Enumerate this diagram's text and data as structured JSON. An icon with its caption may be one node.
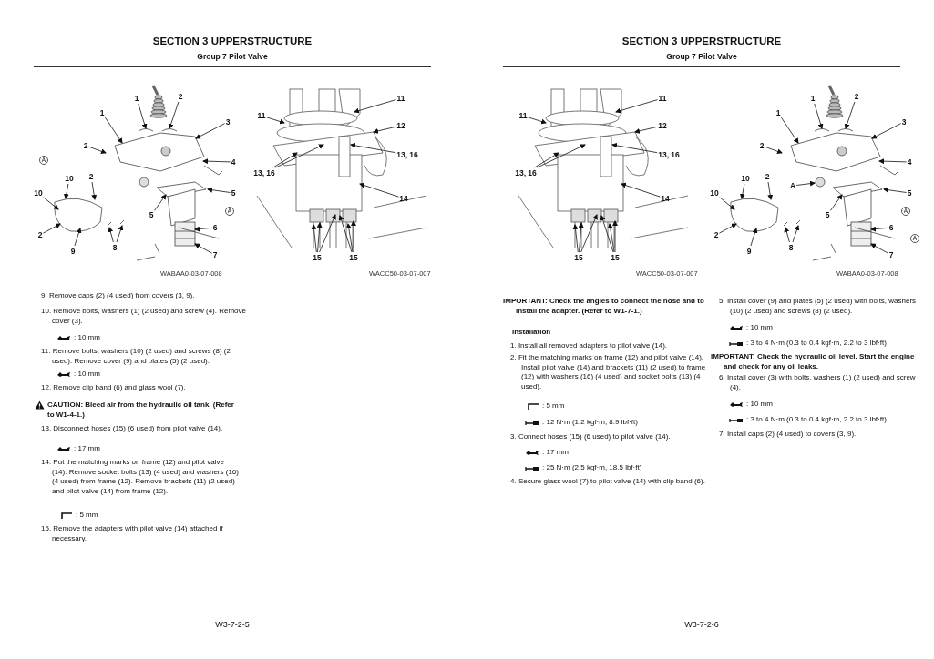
{
  "diagram": {
    "nodes": [
      {
        "text": [
          "1"
        ]
      },
      {
        "text": [
          "2"
        ]
      },
      {
        "text": [
          "1"
        ]
      },
      {
        "text": [
          "2"
        ]
      },
      {
        "text": [
          "3"
        ]
      },
      {
        "text": [
          "4"
        ]
      },
      {
        "text": [
          "10"
        ]
      },
      {
        "text": [
          "2"
        ]
      },
      {
        "text": [
          "10"
        ]
      },
      {
        "text": [
          "2"
        ]
      },
      {
        "text": [
          "5"
        ]
      },
      {
        "text": [
          "5"
        ]
      },
      {
        "text": [
          "9"
        ]
      },
      {
        "text": [
          "8"
        ]
      },
      {
        "text": [
          "6"
        ]
      },
      {
        "text": [
          "7"
        ]
      },
      {
        "text": [
          "11"
        ]
      },
      {
        "text": [
          "11"
        ]
      },
      {
        "text": [
          "12"
        ]
      },
      {
        "text": [
          "13, 16"
        ]
      },
      {
        "text": [
          "13, 16"
        ]
      },
      {
        "text": [
          "14"
        ]
      },
      {
        "text": [
          "15"
        ]
      },
      {
        "text": [
          "15"
        ]
      },
      {
        "text": [
          "11"
        ]
      },
      {
        "text": [
          "11"
        ]
      },
      {
        "text": [
          "12"
        ]
      },
      {
        "text": [
          "13, 16"
        ]
      },
      {
        "text": [
          "13, 16"
        ]
      },
      {
        "text": [
          "14"
        ]
      },
      {
        "text": [
          "15"
        ]
      },
      {
        "text": [
          "15"
        ]
      },
      {
        "text": [
          "1"
        ]
      },
      {
        "text": [
          "2"
        ]
      },
      {
        "text": [
          "1"
        ]
      },
      {
        "text": [
          "2"
        ]
      },
      {
        "text": [
          "3"
        ]
      },
      {
        "text": [
          "4"
        ]
      },
      {
        "text": [
          "10"
        ]
      },
      {
        "text": [
          "2"
        ]
      },
      {
        "text": [
          "10"
        ]
      },
      {
        "text": [
          "2"
        ]
      },
      {
        "text": [
          "5"
        ]
      },
      {
        "text": [
          "5"
        ]
      },
      {
        "text": [
          "9"
        ]
      },
      {
        "text": [
          "8"
        ]
      },
      {
        "text": [
          "6"
        ]
      },
      {
        "text": [
          "7"
        ]
      },
      {
        "text": [
          "A"
        ]
      }
    ],
    "edges": [
      {
        "from": 0,
        "to": null,
        "arrow": "to"
      },
      {
        "from": 1,
        "to": null,
        "arrow": "to"
      },
      {
        "from": 2,
        "to": null,
        "arrow": "to"
      },
      {
        "from": 3,
        "to": null,
        "arrow": "to"
      },
      {
        "from": 4,
        "to": null,
        "arrow": "to"
      },
      {
        "from": 5,
        "to": null,
        "arrow": "to"
      },
      {
        "from": 6,
        "to": null,
        "arrow": "to"
      },
      {
        "from": 7,
        "to": null,
        "arrow": "to"
      },
      {
        "from": 8,
        "to": null,
        "arrow": "to"
      },
      {
        "from": 9,
        "to": null,
        "arrow": "to"
      },
      {
        "from": 10,
        "to": null,
        "arrow": "to"
      },
      {
        "from": 11,
        "to": null,
        "arrow": "to"
      },
      {
        "from": 12,
        "to": null,
        "arrow": "to"
      },
      {
        "from": 13,
        "to": null,
        "arrow": "to"
      },
      {
        "from": 13,
        "to": null,
        "arrow": "to"
      },
      {
        "from": 14,
        "to": null,
        "arrow": "to"
      },
      {
        "from": 15,
        "to": null,
        "arrow": "to"
      },
      {
        "from": 16,
        "to": null,
        "arrow": "to"
      },
      {
        "from": 17,
        "to": null,
        "arrow": "to"
      },
      {
        "from": 18,
        "to": null,
        "arrow": "to"
      },
      {
        "from": 19,
        "to": null,
        "arrow": "to"
      },
      {
        "from": 19,
        "to": null,
        "arrow": "to"
      },
      {
        "from": 20,
        "to": null,
        "arrow": "to"
      },
      {
        "from": 21,
        "to": null,
        "arrow": "to"
      },
      {
        "from": 22,
        "to": null,
        "arrow": "to"
      },
      {
        "from": 22,
        "to": null,
        "arrow": "to"
      },
      {
        "from": 22,
        "to": null,
        "arrow": "to"
      },
      {
        "from": 23,
        "to": null,
        "arrow": "to"
      },
      {
        "from": 23,
        "to": null,
        "arrow": "to"
      },
      {
        "from": 23,
        "to": null,
        "arrow": "to"
      },
      {
        "from": 24,
        "to": null,
        "arrow": "to"
      },
      {
        "from": 25,
        "to": null,
        "arrow": "to"
      },
      {
        "from": 26,
        "to": null,
        "arrow": "to"
      },
      {
        "from": 27,
        "to": null,
        "arrow": "to"
      },
      {
        "from": 27,
        "to": null,
        "arrow": "to"
      },
      {
        "from": 28,
        "to": null,
        "arrow": "to"
      },
      {
        "from": 29,
        "to": null,
        "arrow": "to"
      },
      {
        "from": 30,
        "to": null,
        "arrow": "to"
      },
      {
        "from": 30,
        "to": null,
        "arrow": "to"
      },
      {
        "from": 30,
        "to": null,
        "arrow": "to"
      },
      {
        "from": 31,
        "to": null,
        "arrow": "to"
      },
      {
        "from": 31,
        "to": null,
        "arrow": "to"
      },
      {
        "from": 31,
        "to": null,
        "arrow": "to"
      },
      {
        "from": 32,
        "to": null,
        "arrow": "to"
      },
      {
        "from": 33,
        "to": null,
        "arrow": "to"
      },
      {
        "from": 34,
        "to": null,
        "arrow": "to"
      },
      {
        "from": 35,
        "to": null,
        "arrow": "to"
      },
      {
        "from": 36,
        "to": null,
        "arrow": "to"
      },
      {
        "from": 37,
        "to": null,
        "arrow": "to"
      },
      {
        "from": 38,
        "to": null,
        "arrow": "to"
      },
      {
        "from": 39,
        "to": null,
        "arrow": "to"
      },
      {
        "from": 40,
        "to": null,
        "arrow": "to"
      },
      {
        "from": 41,
        "to": null,
        "arrow": "to"
      },
      {
        "from": 42,
        "to": null,
        "arrow": "to"
      },
      {
        "from": 43,
        "to": null,
        "arrow": "to"
      },
      {
        "from": 44,
        "to": null,
        "arrow": "to"
      },
      {
        "from": 45,
        "to": null,
        "arrow": "to"
      },
      {
        "from": 45,
        "to": null,
        "arrow": "to"
      },
      {
        "from": 46,
        "to": null,
        "arrow": "to"
      },
      {
        "from": 47,
        "to": null,
        "arrow": "to"
      },
      {
        "from": 48,
        "to": null,
        "arrow": "to"
      }
    ],
    "labels": [
      "SECTION 3 UPPERSTRUCTURE",
      "Group 7 Pilot Valve",
      "A",
      "A",
      "WABAA0-03-07-008",
      "WACC50-03-07-007",
      "9. Remove caps (2) (4 used) from covers (3, 9).",
      "10. Remove bolts, washers (1) (2 used) and screw (4). Remove cover (3).",
      ": 10 mm",
      "11. Remove bolts, washers (10) (2 used) and screws (8) (2 used). Remove cover (9) and plates (5) (2 used).",
      ": 10 mm",
      "12. Remove clip band (6) and glass wool (7).",
      "CAUTION: Bleed air from the hydraulic oil tank. (Refer to W1-4-1.)",
      "13. Disconnect hoses (15) (6 used) from pilot valve (14).",
      ": 17 mm",
      "14. Put the matching marks on frame (12) and pilot valve (14). Remove socket bolts (13) (4 used) and washers (16) (4 used) from frame (12). Remove brackets (11) (2 used) and pilot valve (14) from frame (12).",
      ": 5 mm",
      "15. Remove the adapters with pilot valve (14) attached if necessary.",
      "W3-7-2-5",
      "SECTION 3 UPPERSTRUCTURE",
      "Group 7 Pilot Valve",
      "WACC50-03-07-007",
      "A",
      "A",
      "WABAA0-03-07-008",
      "IMPORTANT: Check the angles to connect the hose and to install the adapter. (Refer to W1-7-1.)",
      "Installation",
      "1. Install all removed adapters to pilot valve (14).",
      "2. Fit the matching marks on frame (12) and pilot valve (14). Install pilot valve (14) and brackets (11) (2 used) to frame (12) with washers (16) (4 used) and socket bolts (13) (4 used).",
      ": 5 mm",
      ": 12 N·m (1.2 kgf·m, 8.9 lbf·ft)",
      "3. Connect hoses (15) (6 used) to pilot valve (14).",
      ": 17 mm",
      ": 25 N·m (2.5 kgf·m, 18.5 lbf·ft)",
      "4. Secure glass wool (7) to pilot valve (14) with clip band (6).",
      "5. Install cover (9) and plates (5) (2 used) with bolts, washers (10) (2 used) and screws (8) (2 used).",
      ": 10 mm",
      ": 3 to 4 N·m (0.3 to 0.4 kgf·m, 2.2 to 3 lbf·ft)",
      "IMPORTANT: Check the hydraulic oil level. Start the engine and check for any oil leaks.",
      "6. Install cover (3) with bolts, washers (1) (2 used) and screw (4).",
      ": 10 mm",
      ": 3 to 4 N·m (0.3 to 0.4 kgf·m, 2.2 to 3 lbf·ft)",
      "7. Install caps (2) (4 used) to covers (3, 9).",
      "W3-7-2-6"
    ]
  }
}
